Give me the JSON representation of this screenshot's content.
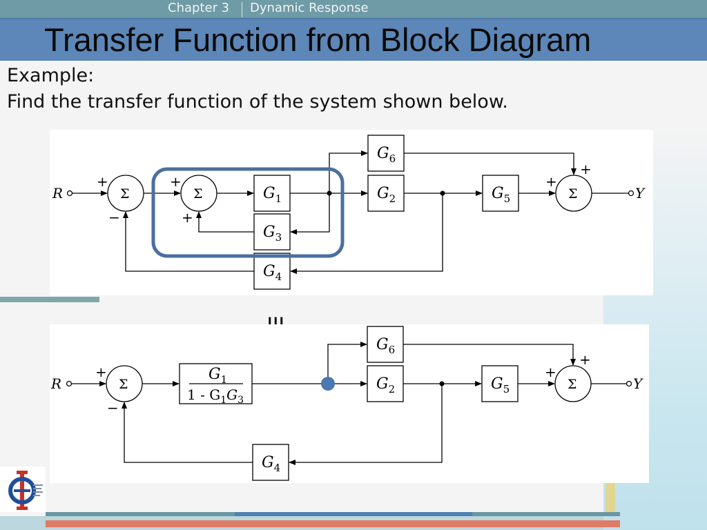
{
  "header": {
    "chapter": "Chapter 3",
    "section": "Dynamic Response"
  },
  "title": "Transfer Function from Block Diagram",
  "body": {
    "line1": "Example:",
    "line2": "Find the transfer function of the system shown below."
  },
  "equivalence_symbol": "|||",
  "diagram": {
    "input": "R",
    "output": "Y",
    "sum_symbol": "Σ",
    "plus": "+",
    "minus": "−",
    "blocks": {
      "g1": "G",
      "g2": "G",
      "g3": "G",
      "g4": "G",
      "g5": "G",
      "g6": "G"
    },
    "subscripts": {
      "g1": "1",
      "g2": "2",
      "g3": "3",
      "g4": "4",
      "g5": "5",
      "g6": "6"
    },
    "reduced": {
      "numerator": "G",
      "numerator_sub": "1",
      "denominator_prefix": "1 - G",
      "denominator_sub1": "1",
      "denominator_mid": "G",
      "denominator_sub2": "3"
    }
  },
  "colors": {
    "highlight": "#4b6fa0",
    "node_dot": "#4a78b0",
    "title_bar": "#5c87b8",
    "top_bar": "#6f9ba6"
  }
}
